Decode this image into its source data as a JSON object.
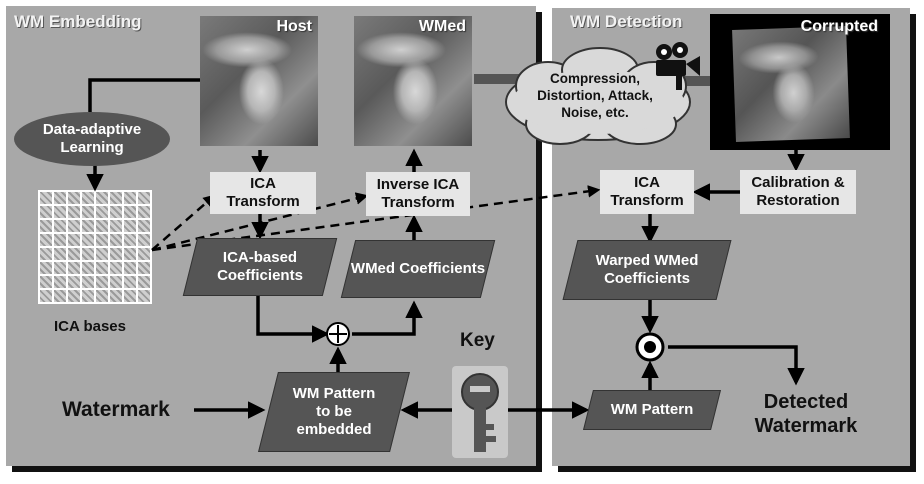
{
  "embedding": {
    "title": "WM Embedding",
    "host_label": "Host",
    "wmed_label": "WMed",
    "learning": "Data-adaptive Learning",
    "ica_bases": "ICA bases",
    "ica_transform": "ICA Transform",
    "inverse_ica": "Inverse ICA Transform",
    "ica_coeffs": "ICA-based Coefficients",
    "wmed_coeffs": "WMed Coefficients",
    "wm_pattern": "WM Pattern to be embedded",
    "watermark": "Watermark",
    "key": "Key",
    "plus_symbol": "⊕"
  },
  "attack_cloud": "Compression, Distortion, Attack, Noise, etc.",
  "detection": {
    "title": "WM Detection",
    "corrupted_label": "Corrupted",
    "calibration": "Calibration & Restoration",
    "ica_transform": "ICA Transform",
    "warped_coeffs": "Warped WMed Coefficients",
    "wm_pattern": "WM Pattern",
    "detected": "Detected Watermark",
    "correlator_symbol": "⊙"
  },
  "colors": {
    "panel": "#a8a8a8",
    "box": "#e6e6e6",
    "parallelogram": "#555555",
    "ellipse": "#555555"
  }
}
